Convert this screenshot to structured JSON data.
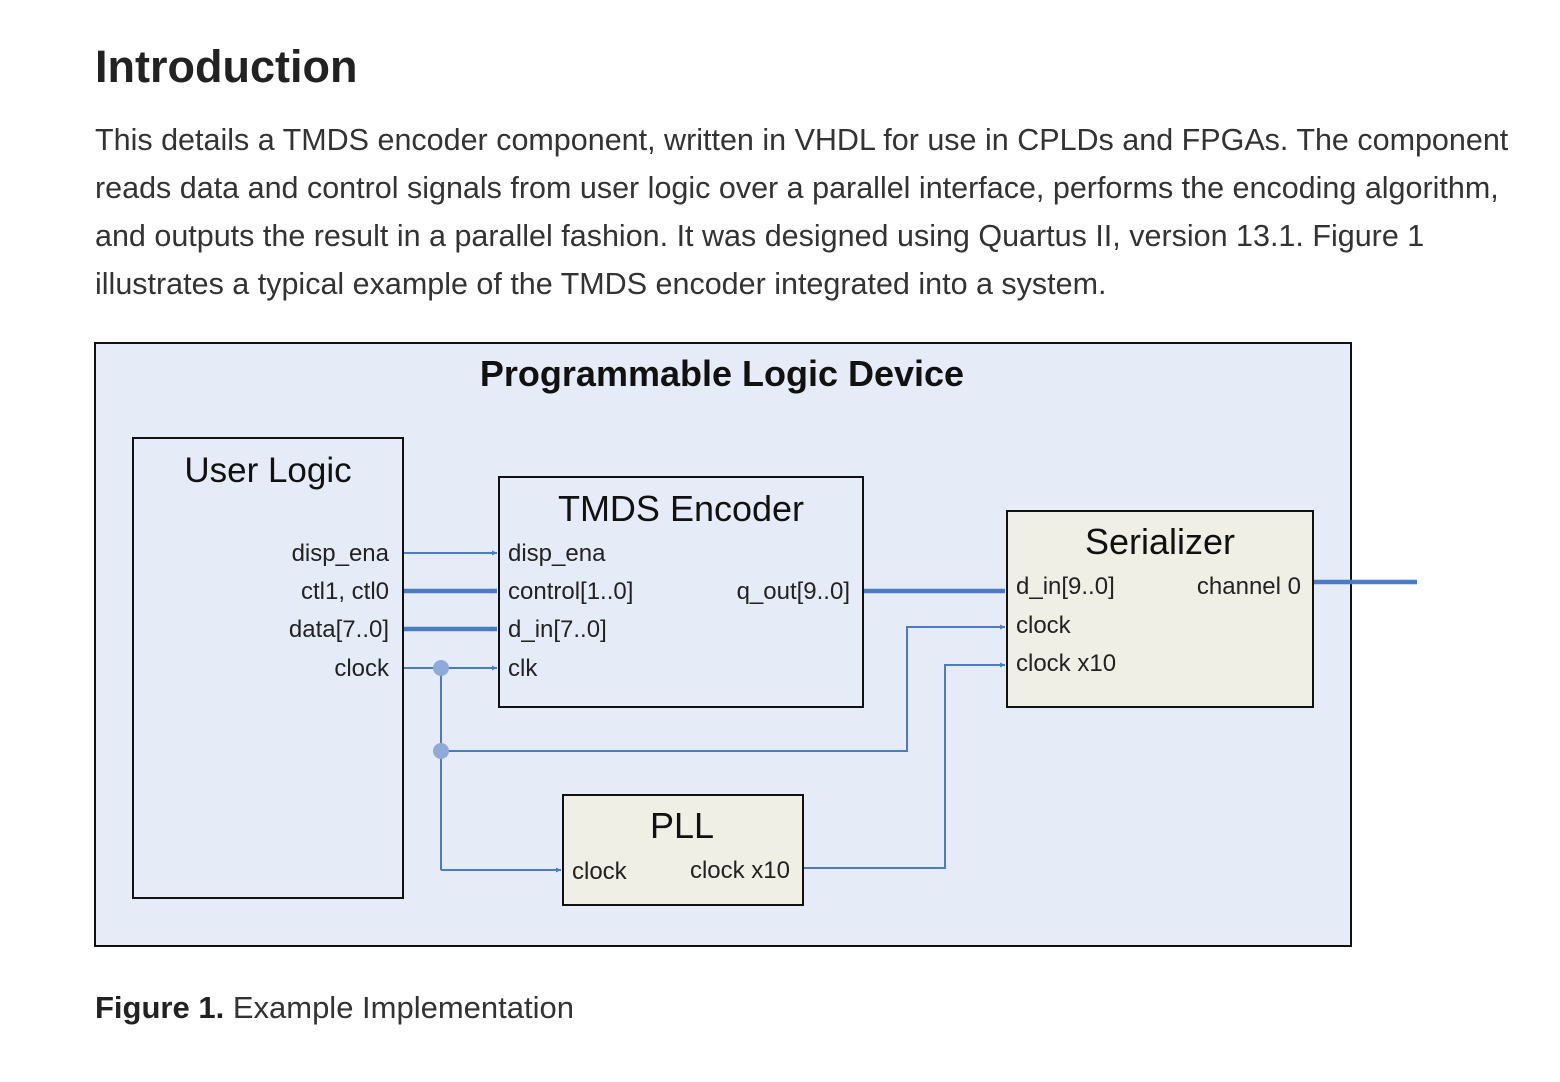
{
  "heading": "Introduction",
  "intro": "This details a TMDS encoder component, written in VHDL for use in CPLDs and FPGAs. The component reads data and control signals from user logic over a parallel interface, performs the encoding algorithm, and outputs the result in a parallel fashion. It was designed using Quartus II, version 13.1. Figure 1 illustrates a typical example of the TMDS encoder integrated into a system.",
  "diagram": {
    "device_title": "Programmable Logic Device",
    "user_logic": {
      "title": "User Logic",
      "ports": [
        "disp_ena",
        "ctl1, ctl0",
        "data[7..0]",
        "clock"
      ]
    },
    "encoder": {
      "title": "TMDS Encoder",
      "inputs": [
        "disp_ena",
        "control[1..0]",
        "d_in[7..0]",
        "clk"
      ],
      "output": "q_out[9..0]"
    },
    "serializer": {
      "title": "Serializer",
      "inputs": [
        "d_in[9..0]",
        "clock",
        "clock x10"
      ],
      "output": "channel 0"
    },
    "pll": {
      "title": "PLL",
      "input": "clock",
      "output": "clock x10"
    },
    "colors": {
      "device_fill": "#e6ecf7",
      "plain_block_fill": "#e6ecf7",
      "shaded_block_fill": "#efefe6",
      "wire": "#4a7cc4",
      "junction": "#8fa9d8"
    }
  },
  "caption": {
    "label": "Figure 1.",
    "text": "Example Implementation"
  }
}
